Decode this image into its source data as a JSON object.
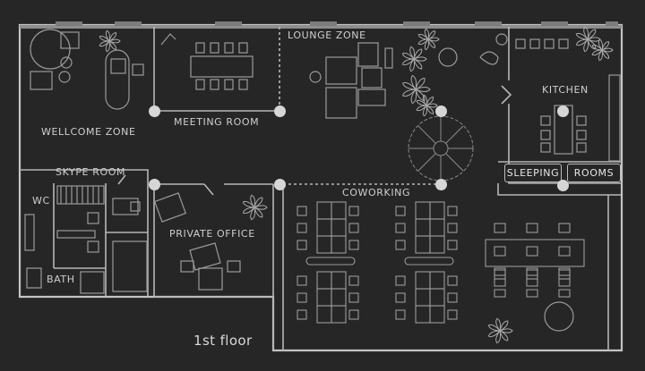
{
  "floor_label": "1st floor",
  "rooms": {
    "lounge_zone": "LOUNGE ZONE",
    "meeting_room": "MEETING ROOM",
    "wellcome_zone": "WELLCOME ZONE",
    "kitchen": "KITCHEN",
    "skype_room": "SKYPE ROOM",
    "wc": "WC",
    "bath": "BATH",
    "private_office": "PRIVATE OFFICE",
    "coworking": "COWORKING",
    "sleeping": "SLEEPING",
    "rooms_label": "ROOMS"
  },
  "colors": {
    "background": "#262626",
    "wall": "#bdbdbd",
    "furniture": "#9a9a9a",
    "marker": "#d6d6d6"
  },
  "icons": [
    "room-marker-dot",
    "plant-icon",
    "spiral-staircase-icon",
    "armchair-icon"
  ]
}
